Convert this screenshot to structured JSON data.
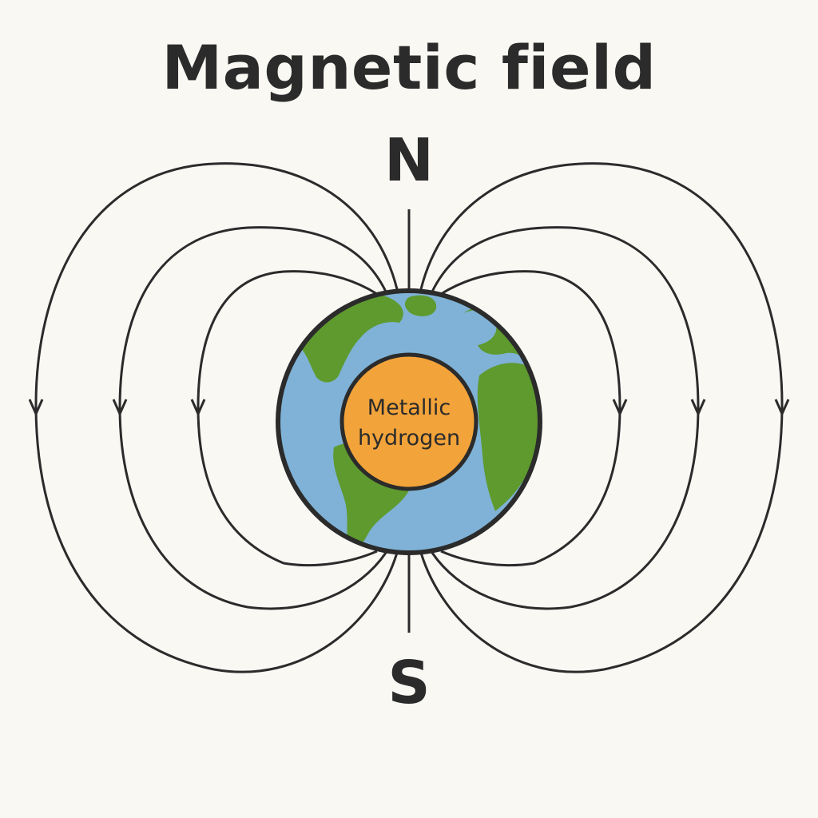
{
  "title": "Magnetic field",
  "poles": {
    "north": "N",
    "south": "S"
  },
  "core": {
    "line1": "Metallic",
    "line2": "hydrogen"
  },
  "colors": {
    "background": "#faf8f3",
    "line": "#2b2b2b",
    "ocean": "#7fb2d6",
    "land": "#5e9a2e",
    "core": "#f2a33a"
  }
}
